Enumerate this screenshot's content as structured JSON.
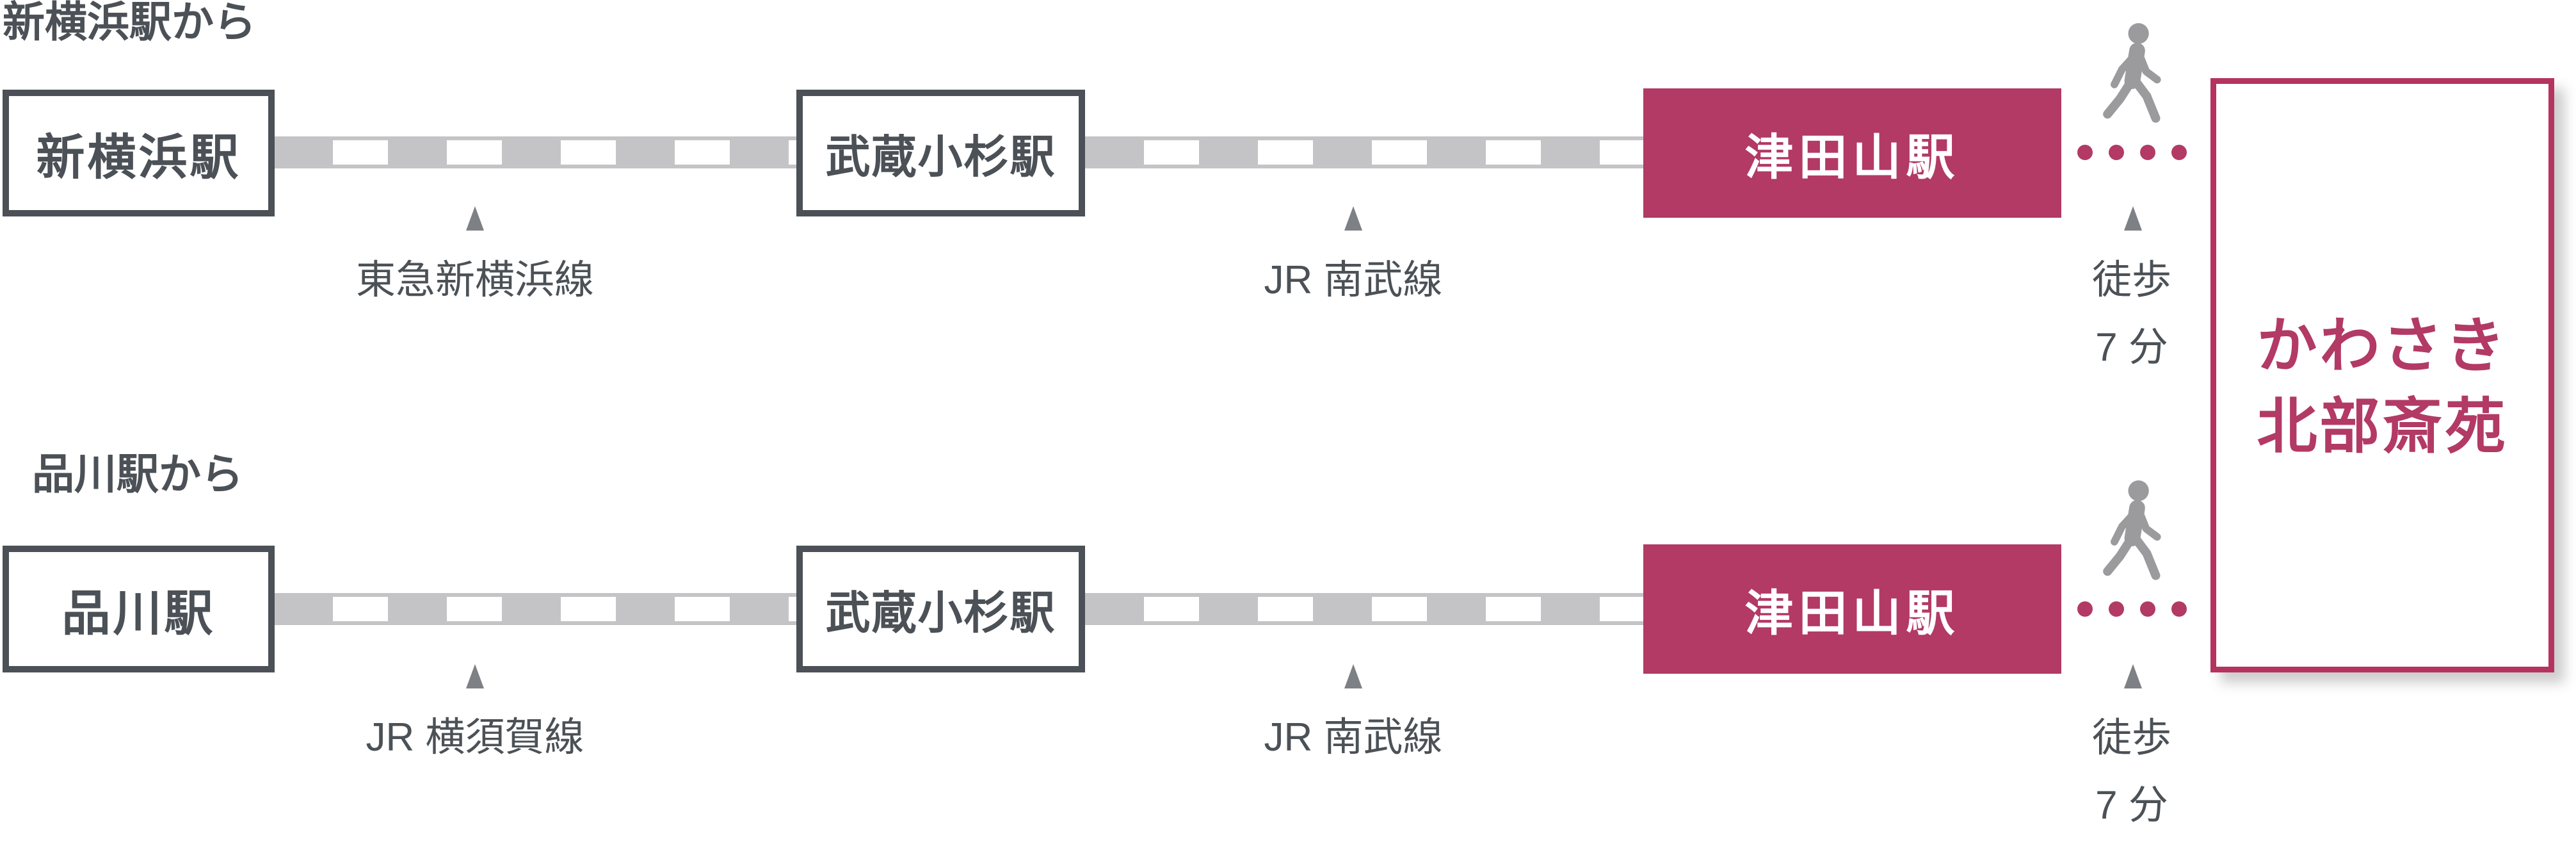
{
  "diagram": {
    "destination": {
      "name_line1": "かわさき",
      "name_line2": "北部斎苑"
    },
    "walk_note": {
      "line1": "徒歩",
      "line2": "7 分"
    },
    "routes": [
      {
        "heading": "新横浜駅から",
        "stations": [
          {
            "name": "新横浜駅",
            "highlighted": false
          },
          {
            "name": "武蔵小杉駅",
            "highlighted": false
          },
          {
            "name": "津田山駅",
            "highlighted": true
          }
        ],
        "lines": [
          {
            "name": "東急新横浜線"
          },
          {
            "name": "JR 南武線"
          }
        ]
      },
      {
        "heading": "品川駅から",
        "stations": [
          {
            "name": "品川駅",
            "highlighted": false
          },
          {
            "name": "武蔵小杉駅",
            "highlighted": false
          },
          {
            "name": "津田山駅",
            "highlighted": true
          }
        ],
        "lines": [
          {
            "name": "JR 横須賀線"
          },
          {
            "name": "JR 南武線"
          }
        ]
      }
    ],
    "colors": {
      "ink_gray": "#4b5156",
      "track_gray": "#c4c4c6",
      "accent_magenta": "#b23a65",
      "walker_gray": "#9b9b9d",
      "pointer_gray": "#7d8084"
    }
  }
}
